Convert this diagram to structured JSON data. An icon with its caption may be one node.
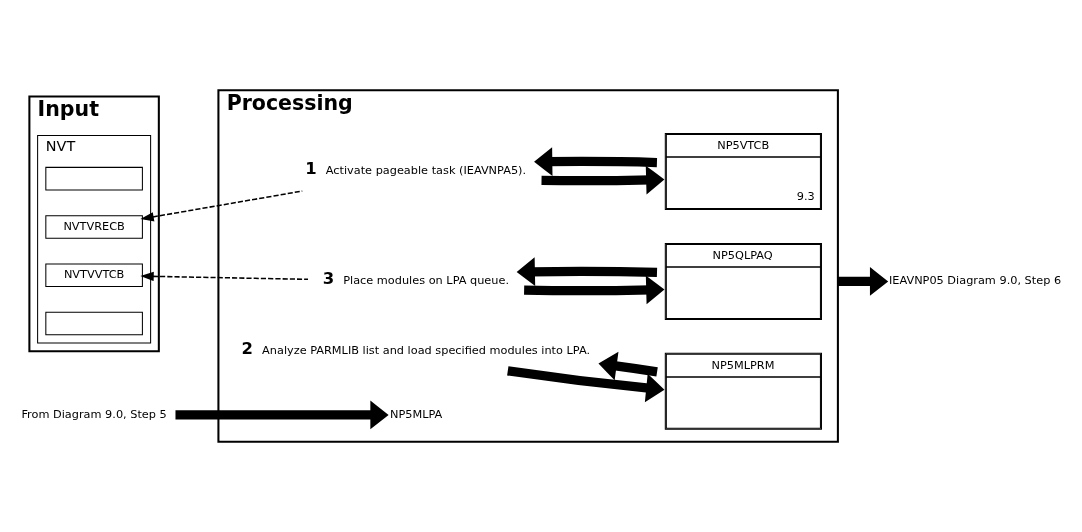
{
  "diagram": {
    "nodes": [
      {
        "text": [
          "Input"
        ]
      },
      {
        "text": [
          "NVT"
        ],
        "in": 0
      },
      {
        "text": [],
        "shape": "box",
        "in": 1
      },
      {
        "text": [
          "NVTVRECB"
        ],
        "in": 1
      },
      {
        "text": [
          "NVTVVTCB"
        ],
        "in": 1
      },
      {
        "text": [],
        "shape": "box",
        "in": 1
      },
      {
        "text": [
          "Processing"
        ]
      },
      {
        "text": [
          "From Diagram 9.0, Step 5"
        ]
      },
      {
        "text": [
          "NP5MLPA"
        ],
        "in": 6
      },
      {
        "text": [
          "1",
          "Activate pageable task (IEAVNPA5)."
        ],
        "in": 6
      },
      {
        "text": [
          "2",
          "Analyze PARMLIB list and load specified modules into LPA."
        ],
        "in": 6
      },
      {
        "text": [
          "3",
          "Place modules on LPA queue."
        ],
        "in": 6
      },
      {
        "text": [
          "NP5VTCB",
          "9.3"
        ],
        "in": 6
      },
      {
        "text": [
          "NP5MLPRM"
        ],
        "in": 6
      },
      {
        "text": [
          "NP5QLPAQ"
        ],
        "in": 6
      },
      {
        "text": [
          "IEAVNP05 Diagram 9.0, Step 6"
        ]
      }
    ],
    "edges": [
      {
        "from": 7,
        "to": 8,
        "arrow": "to"
      },
      {
        "from": 9,
        "to": 3,
        "arrow": "to",
        "style": "dashed"
      },
      {
        "from": 11,
        "to": 4,
        "arrow": "to",
        "style": "dashed"
      },
      {
        "from": 9,
        "to": 12,
        "arrow": "to"
      },
      {
        "from": 12,
        "to": 9,
        "arrow": "to"
      },
      {
        "from": 10,
        "to": 13,
        "arrow": "to"
      },
      {
        "from": 13,
        "to": 10,
        "arrow": "to"
      },
      {
        "from": 11,
        "to": 14,
        "arrow": "to"
      },
      {
        "from": 14,
        "to": 11,
        "arrow": "to"
      },
      {
        "from": 6,
        "to": 15,
        "arrow": "to"
      }
    ]
  }
}
